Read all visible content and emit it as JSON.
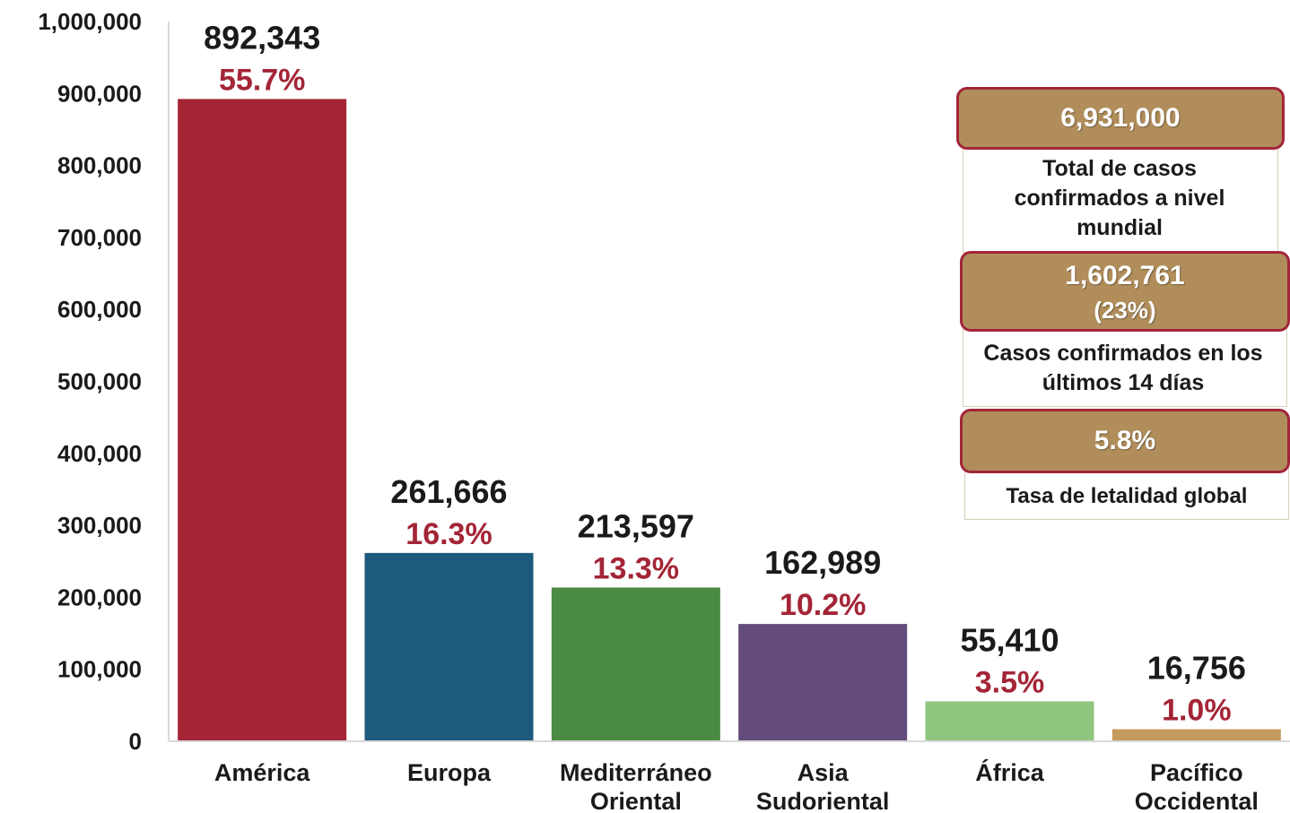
{
  "chart_data": {
    "type": "bar",
    "categories": [
      "América",
      "Europa",
      "Mediterráneo Oriental",
      "Asia Sudoriental",
      "África",
      "Pacífico Occidental"
    ],
    "values": [
      892343,
      261666,
      213597,
      162989,
      55410,
      16756
    ],
    "value_labels": [
      "892,343",
      "261,666",
      "213,597",
      "162,989",
      "55,410",
      "16,756"
    ],
    "percent_labels": [
      "55.7%",
      "16.3%",
      "13.3%",
      "10.2%",
      "3.5%",
      "1.0%"
    ],
    "bar_colors": [
      "#a32536",
      "#1e5a7d",
      "#4a8a42",
      "#634b7c",
      "#8ec57f",
      "#c49a5e"
    ],
    "percent_color": "#a32536",
    "ylim": [
      0,
      1000000
    ],
    "yticks": [
      0,
      100000,
      200000,
      300000,
      400000,
      500000,
      600000,
      700000,
      800000,
      900000,
      1000000
    ],
    "ytick_labels": [
      "0",
      "100,000",
      "200,000",
      "300,000",
      "400,000",
      "500,000",
      "600,000",
      "700,000",
      "800,000",
      "900,000",
      "1,000,000"
    ],
    "grid": false,
    "legend": false
  },
  "summary": {
    "total_cases_value": "6,931,000",
    "total_cases_label": "Total de casos confirmados a nivel mundial",
    "recent_cases_value": "1,602,761",
    "recent_cases_percent": "(23%)",
    "recent_cases_label": "Casos confirmados en los últimos 14 días",
    "lethality_value": "5.8%",
    "lethality_label": "Tasa de letalidad global",
    "badge_color": "#b08d5a",
    "badge_border_color": "#a3253a"
  }
}
